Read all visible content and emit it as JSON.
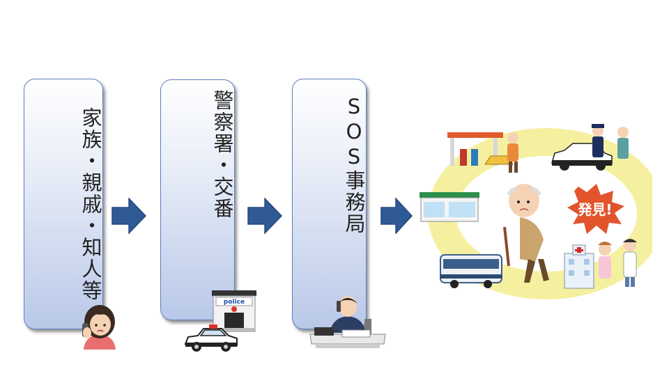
{
  "steps": [
    {
      "label": "家族・親戚・知人等"
    },
    {
      "label": "警察署・交番"
    },
    {
      "label": "SOS事務局"
    }
  ],
  "police_sign": "police",
  "found_badge": "発見!",
  "colors": {
    "box_border": "#5b7fbd",
    "box_fill_top": "#ffffff",
    "box_fill_bottom": "#b9c8e8",
    "arrow": "#2f5a96",
    "ring": "#f5f0a0",
    "badge": "#e2552c"
  },
  "icons": [
    "worried-woman-phone-icon",
    "police-box-icon",
    "police-car-icon",
    "office-worker-phone-icon",
    "gas-station-icon",
    "store-icon",
    "bus-icon",
    "police-officer-icon",
    "elderly-man-icon",
    "hospital-icon",
    "nurse-icon",
    "doctor-icon"
  ]
}
